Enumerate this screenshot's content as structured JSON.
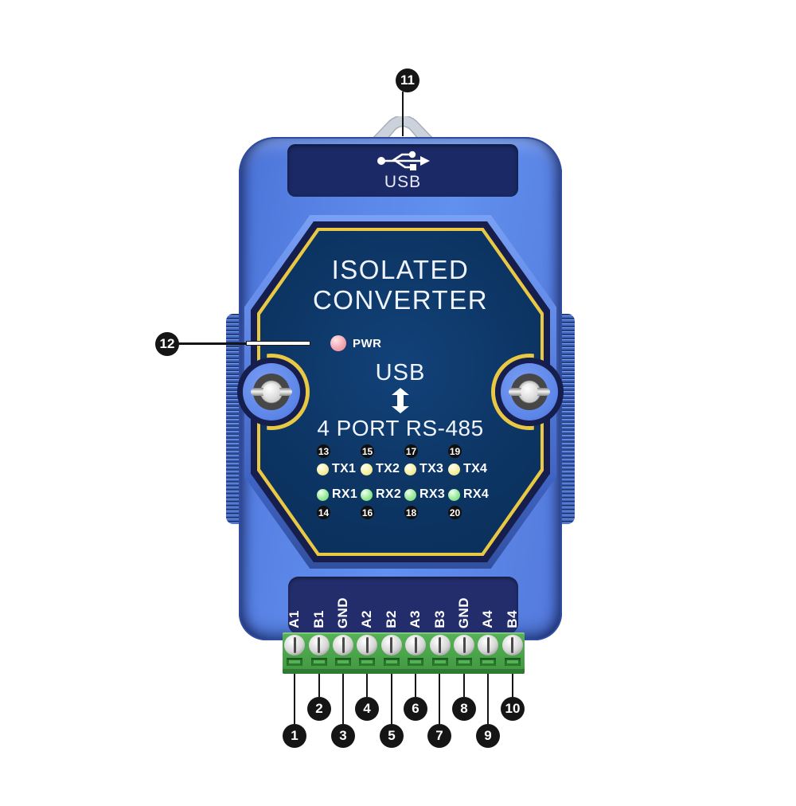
{
  "device_name": "isolated-usb-rs485-converter",
  "colors": {
    "body_blue": "#5b86e8",
    "recess_navy": "#1b2a66",
    "faceplate_navy": "#0d3665",
    "accent_yellow": "#e9c844",
    "terminal_green": "#4aa44a",
    "led_tx_yellow": "#f6f0a2",
    "led_rx_green": "#98e898",
    "led_pwr_red": "#f0a3ae",
    "callout_black": "#151515"
  },
  "usb_top": {
    "icon": "usb-trident-icon",
    "label": "USB"
  },
  "faceplate": {
    "title_line1": "ISOLATED",
    "title_line2": "CONVERTER",
    "pwr_led_label": "PWR",
    "usb_label": "USB",
    "arrow_icon": "up-down-arrow-icon",
    "ports_label": "4 PORT RS-485",
    "tx_numbers": [
      "13",
      "15",
      "17",
      "19"
    ],
    "tx_labels": [
      "TX1",
      "TX2",
      "TX3",
      "TX4"
    ],
    "rx_labels": [
      "RX1",
      "RX2",
      "RX3",
      "RX4"
    ],
    "rx_numbers": [
      "14",
      "16",
      "18",
      "20"
    ]
  },
  "terminals": {
    "labels": [
      "A1",
      "B1",
      "GND",
      "A2",
      "B2",
      "A3",
      "B3",
      "GND",
      "A4",
      "B4"
    ]
  },
  "callouts": {
    "usb_clip": "11",
    "pwr": "12",
    "terminals": [
      "1",
      "2",
      "3",
      "4",
      "5",
      "6",
      "7",
      "8",
      "9",
      "10"
    ]
  }
}
